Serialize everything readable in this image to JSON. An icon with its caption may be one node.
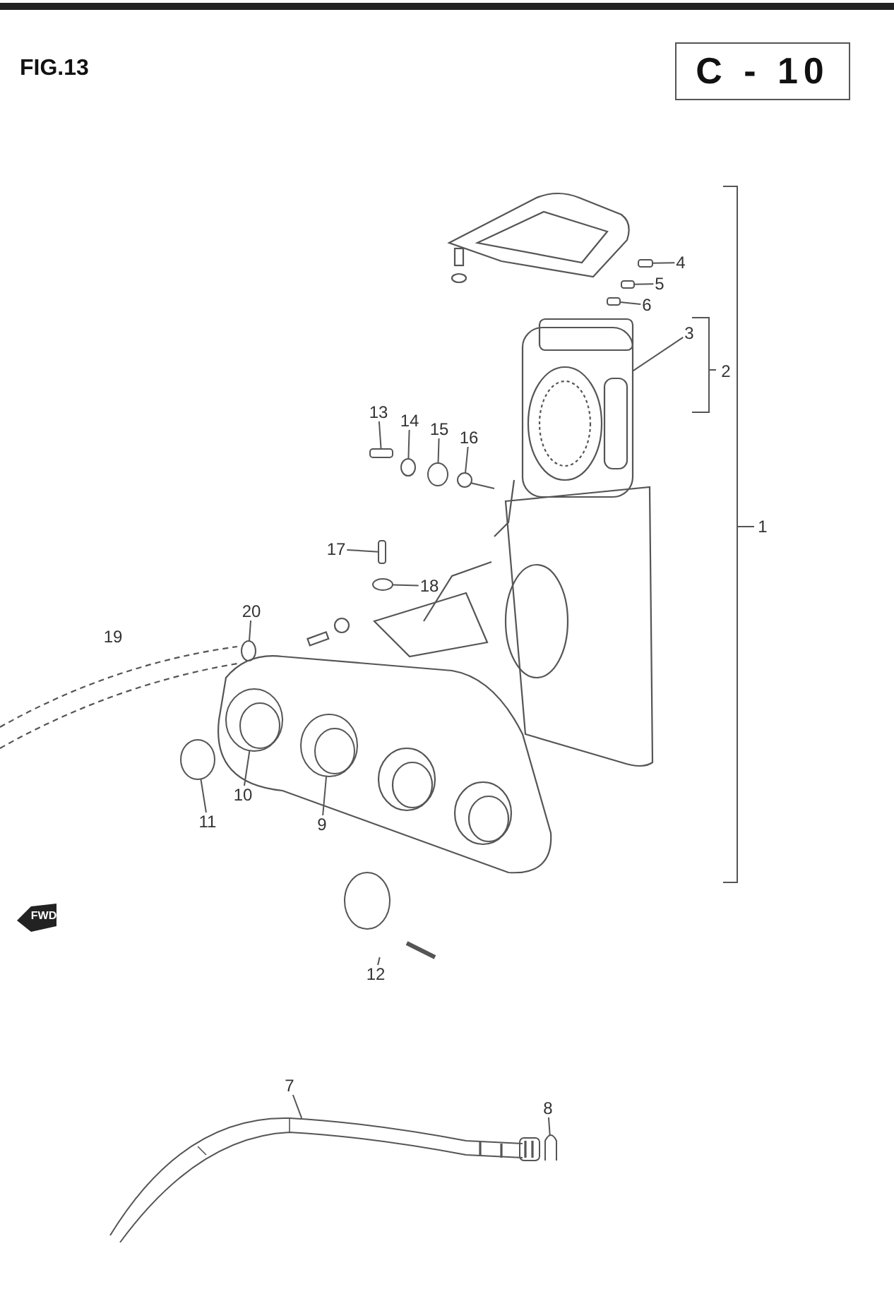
{
  "diagram": {
    "title": "FIG.13",
    "nodes": [
      {
        "text": [
          "C - 10"
        ]
      },
      {
        "text": [
          "4"
        ]
      },
      {
        "text": [
          "5"
        ]
      },
      {
        "text": [
          "6"
        ]
      },
      {
        "text": [
          "3"
        ]
      },
      {
        "text": [
          "13"
        ]
      },
      {
        "text": [
          "14"
        ]
      },
      {
        "text": [
          "15"
        ]
      },
      {
        "text": [
          "16"
        ]
      },
      {
        "text": [
          "17"
        ]
      },
      {
        "text": [
          "18"
        ]
      },
      {
        "text": [
          "20"
        ]
      },
      {
        "text": [
          "10"
        ]
      },
      {
        "text": [
          "11"
        ]
      },
      {
        "text": [
          "9"
        ]
      },
      {
        "text": [
          "12"
        ]
      },
      {
        "text": [
          "7"
        ]
      },
      {
        "text": [
          "8"
        ]
      },
      {
        "text": [],
        "shape": "box"
      },
      {
        "text": [],
        "shape": "box"
      },
      {
        "text": [],
        "shape": "box"
      },
      {
        "text": [],
        "shape": "picture"
      },
      {
        "text": [],
        "shape": "box"
      },
      {
        "text": [],
        "shape": "circle"
      },
      {
        "text": [],
        "shape": "circle"
      },
      {
        "text": [],
        "shape": "circle"
      },
      {
        "text": [],
        "shape": "box"
      },
      {
        "text": [],
        "shape": "circle"
      },
      {
        "text": [],
        "shape": "circle"
      },
      {
        "text": [],
        "shape": "picture"
      },
      {
        "text": [],
        "shape": "circle"
      },
      {
        "text": [],
        "shape": "picture"
      },
      {
        "text": [],
        "shape": "picture"
      },
      {
        "text": [],
        "shape": "picture"
      },
      {
        "text": [],
        "shape": "picture"
      }
    ],
    "edges": [
      {
        "from": 1,
        "to": 18,
        "arrow": "none"
      },
      {
        "from": 2,
        "to": 19,
        "arrow": "none"
      },
      {
        "from": 3,
        "to": 20,
        "arrow": "none"
      },
      {
        "from": 4,
        "to": 21,
        "arrow": "none"
      },
      {
        "from": 5,
        "to": 22,
        "arrow": "none"
      },
      {
        "from": 6,
        "to": 23,
        "arrow": "none"
      },
      {
        "from": 7,
        "to": 24,
        "arrow": "none"
      },
      {
        "from": 8,
        "to": 25,
        "arrow": "none"
      },
      {
        "from": 9,
        "to": 26,
        "arrow": "none"
      },
      {
        "from": 10,
        "to": 27,
        "arrow": "none"
      },
      {
        "from": 11,
        "to": 28,
        "arrow": "none"
      },
      {
        "from": 12,
        "to": 29,
        "arrow": "none"
      },
      {
        "from": 13,
        "to": 30,
        "arrow": "none"
      },
      {
        "from": 14,
        "to": 31,
        "arrow": "none"
      },
      {
        "from": 15,
        "to": 32,
        "arrow": "none"
      },
      {
        "from": 16,
        "to": 33,
        "arrow": "none"
      },
      {
        "from": 17,
        "to": 34,
        "arrow": "none"
      }
    ],
    "labels": [
      "2",
      "1",
      "19",
      "FWD"
    ]
  }
}
